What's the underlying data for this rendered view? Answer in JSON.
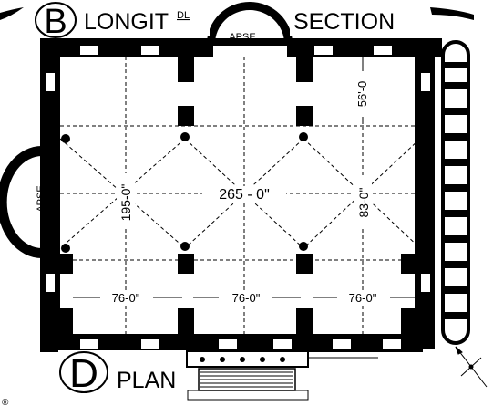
{
  "title": {
    "section_letter": "B",
    "section_text": "LONGIT",
    "section_sup": "DL",
    "section_text_2": "SECTION",
    "plan_letter": "D",
    "plan_text": "PLAN"
  },
  "apses": {
    "top": "APSE",
    "left": "APSE"
  },
  "dimensions": {
    "length": "265 - 0\"",
    "width": "195-0\"",
    "inner_height": "83-0\"",
    "bay_depth": "56'-0",
    "bay_1": "76-0\"",
    "bay_2": "76-0\"",
    "bay_3": "76-0\""
  },
  "colors": {
    "ink": "#000000",
    "paper": "#ffffff"
  },
  "icons": [
    "north-arrow-icon"
  ]
}
